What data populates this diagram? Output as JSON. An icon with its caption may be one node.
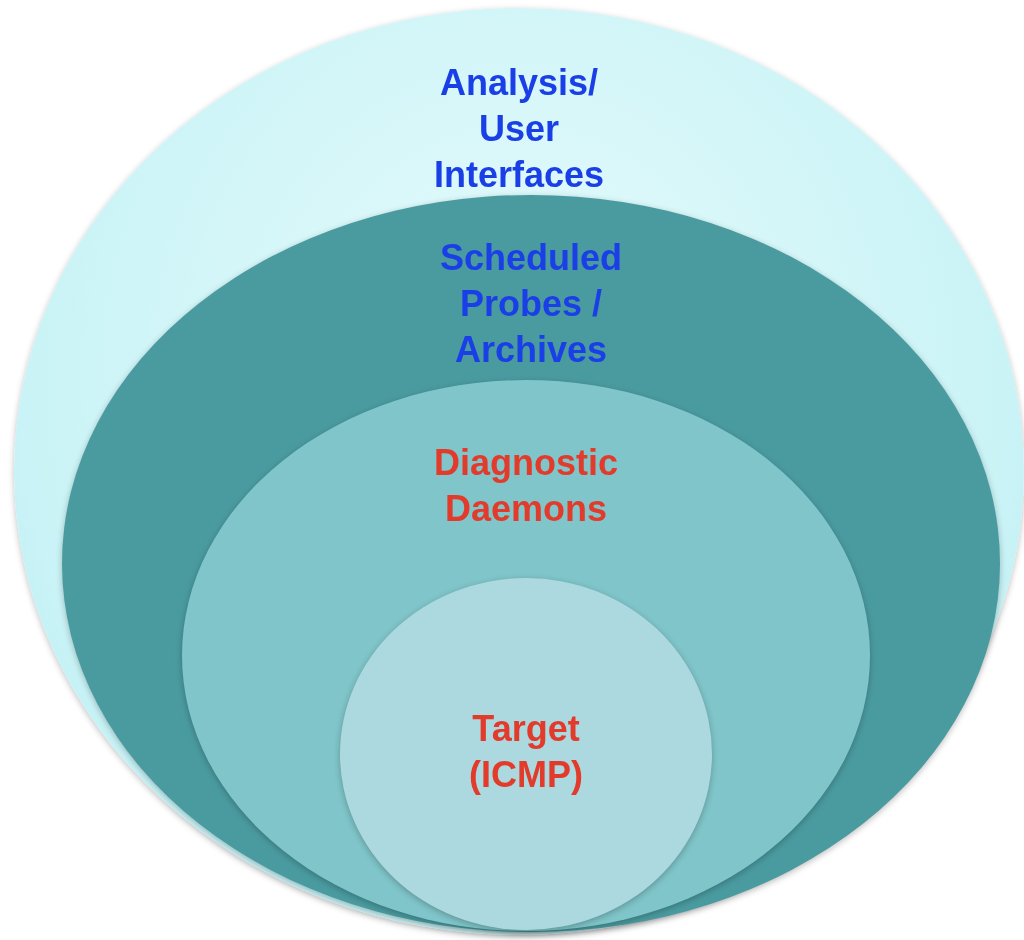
{
  "diagram": {
    "nodes": [
      {
        "text": [
          "Analysis/ User Interfaces"
        ]
      },
      {
        "text": [
          "Scheduled Probes / Archives"
        ],
        "in": 0
      },
      {
        "text": [
          "Diagnostic Daemons"
        ],
        "in": 1
      },
      {
        "text": [
          "Target (ICMP)"
        ],
        "in": 2
      }
    ]
  }
}
